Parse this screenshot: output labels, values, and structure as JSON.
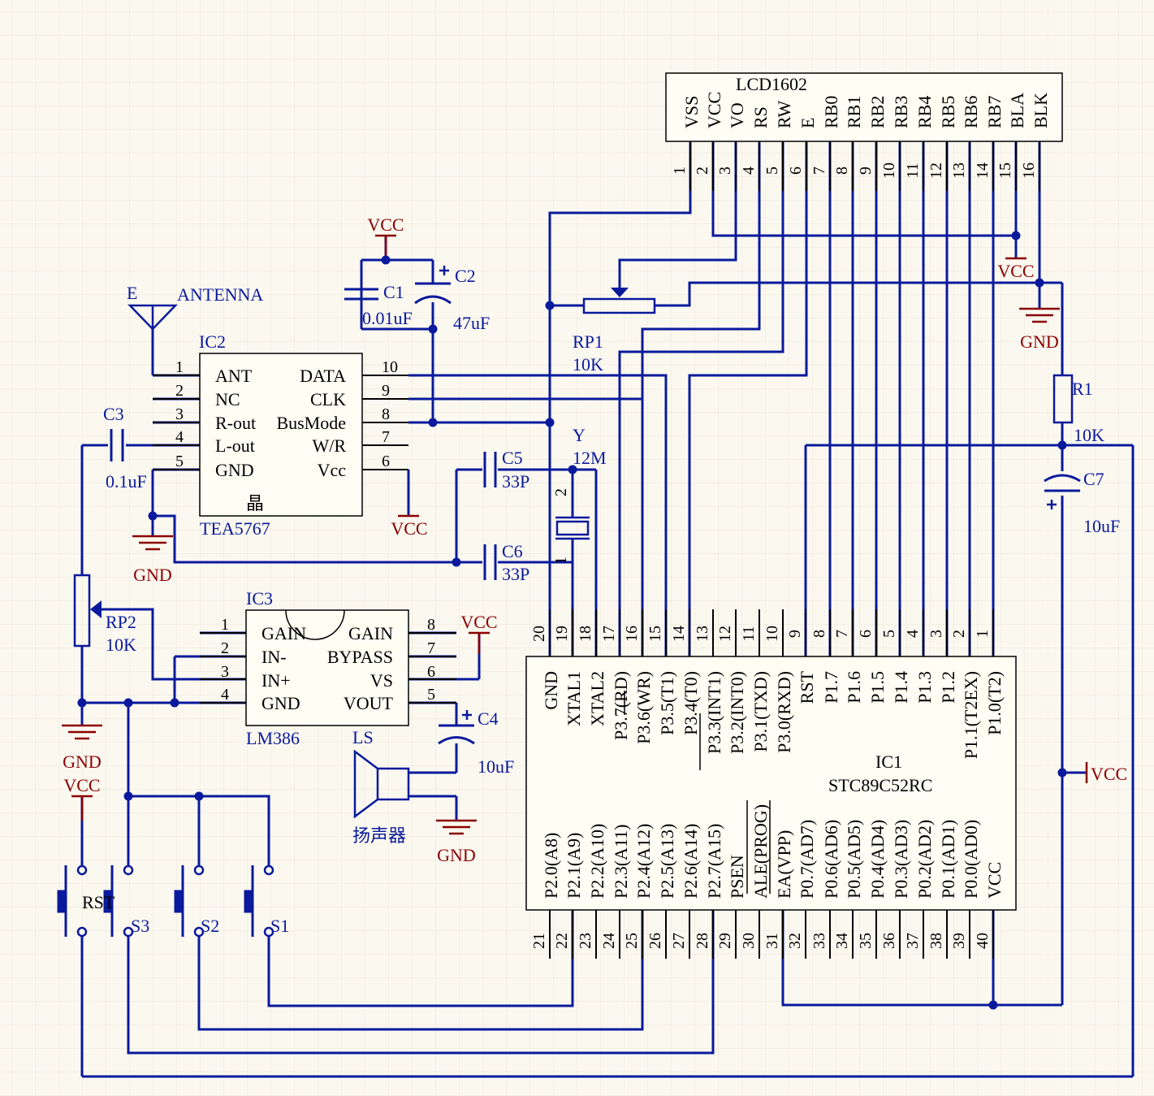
{
  "lcd": {
    "name": "LCD1602",
    "pins": [
      "VSS",
      "VCC",
      "VO",
      "RS",
      "RW",
      "E",
      "RB0",
      "RB1",
      "RB2",
      "RB3",
      "RB4",
      "RB5",
      "RB6",
      "RB7",
      "BLA",
      "BLK"
    ],
    "pin_numbers": [
      "1",
      "2",
      "3",
      "4",
      "5",
      "6",
      "7",
      "8",
      "9",
      "10",
      "11",
      "12",
      "13",
      "14",
      "15",
      "16"
    ]
  },
  "ic1": {
    "designator": "IC1",
    "part": "STC89C52RC",
    "top_pins": [
      "GND",
      "XTAL1",
      "XTAL2",
      "P3.7(RD)",
      "P3.6(WR)",
      "P3.5(T1)",
      "P3.4(T0)",
      "P3.3(INT1)",
      "P3.2(INT0)",
      "P3.1(TXD)",
      "P3.0(RXD)",
      "RST",
      "P1.7",
      "P1.6",
      "P1.5",
      "P1.4",
      "P1.3",
      "P1.2",
      "P1.1(T2EX)",
      "P1.0(T2)"
    ],
    "top_numbers": [
      "20",
      "19",
      "18",
      "17",
      "16",
      "15",
      "14",
      "13",
      "12",
      "11",
      "10",
      "9",
      "8",
      "7",
      "6",
      "5",
      "4",
      "3",
      "2",
      "1"
    ],
    "bottom_pins": [
      "P2.0(A8)",
      "P2.1(A9)",
      "P2.2(A10)",
      "P2.3(A11)",
      "P2.4(A12)",
      "P2.5(A13)",
      "P2.6(A14)",
      "P2.7(A15)",
      "PSEN",
      "ALE(PROG)",
      "EA(VPP)",
      "P0.7(AD7)",
      "P0.6(AD6)",
      "P0.5(AD5)",
      "P0.4(AD4)",
      "P0.3(AD3)",
      "P0.2(AD2)",
      "P0.1(AD1)",
      "P0.0(AD0)",
      "VCC"
    ],
    "bottom_numbers": [
      "21",
      "22",
      "23",
      "24",
      "25",
      "26",
      "27",
      "28",
      "29",
      "30",
      "31",
      "32",
      "33",
      "34",
      "35",
      "36",
      "37",
      "38",
      "39",
      "40"
    ]
  },
  "ic2": {
    "designator": "IC2",
    "part": "TEA5767",
    "left_pins": [
      "ANT",
      "NC",
      "R-out",
      "L-out",
      "GND"
    ],
    "left_numbers": [
      "1",
      "2",
      "3",
      "4",
      "5"
    ],
    "right_pins": [
      "DATA",
      "CLK",
      "BusMode",
      "W/R",
      "Vcc"
    ],
    "right_numbers": [
      "10",
      "9",
      "8",
      "7",
      "6"
    ],
    "inner_mark": "晶"
  },
  "ic3": {
    "designator": "IC3",
    "part": "LM386",
    "left_pins": [
      "GAIN",
      "IN-",
      "IN+",
      "GND"
    ],
    "left_numbers": [
      "1",
      "2",
      "3",
      "4"
    ],
    "right_pins": [
      "GAIN",
      "BYPASS",
      "VS",
      "VOUT"
    ],
    "right_numbers": [
      "8",
      "7",
      "6",
      "5"
    ]
  },
  "parts": {
    "antenna_pin": "E",
    "antenna": "ANTENNA",
    "c1": "C1",
    "c1_val": "0.01uF",
    "c2": "C2",
    "c2_val": "47uF",
    "c3": "C3",
    "c3_val": "0.1uF",
    "c4": "C4",
    "c4_val": "10uF",
    "c5": "C5",
    "c5_val": "33P",
    "c6": "C6",
    "c6_val": "33P",
    "c7": "C7",
    "c7_val": "10uF",
    "y": "Y",
    "y_val": "12M",
    "y_pin2": "2",
    "y_pin1": "1",
    "rp1": "RP1",
    "rp1_val": "10K",
    "rp2": "RP2",
    "rp2_val": "10K",
    "r1": "R1",
    "r1_val": "10K",
    "ls": "LS",
    "ls_val": "扬声器",
    "rst": "RST",
    "s1": "S1",
    "s2": "S2",
    "s3": "S3"
  },
  "power": {
    "vcc": "VCC",
    "gnd": "GND"
  },
  "colors": {
    "wire": "#0a1a9c",
    "power": "#8a0000",
    "text": "#000000",
    "background": "#fbf8f0"
  }
}
